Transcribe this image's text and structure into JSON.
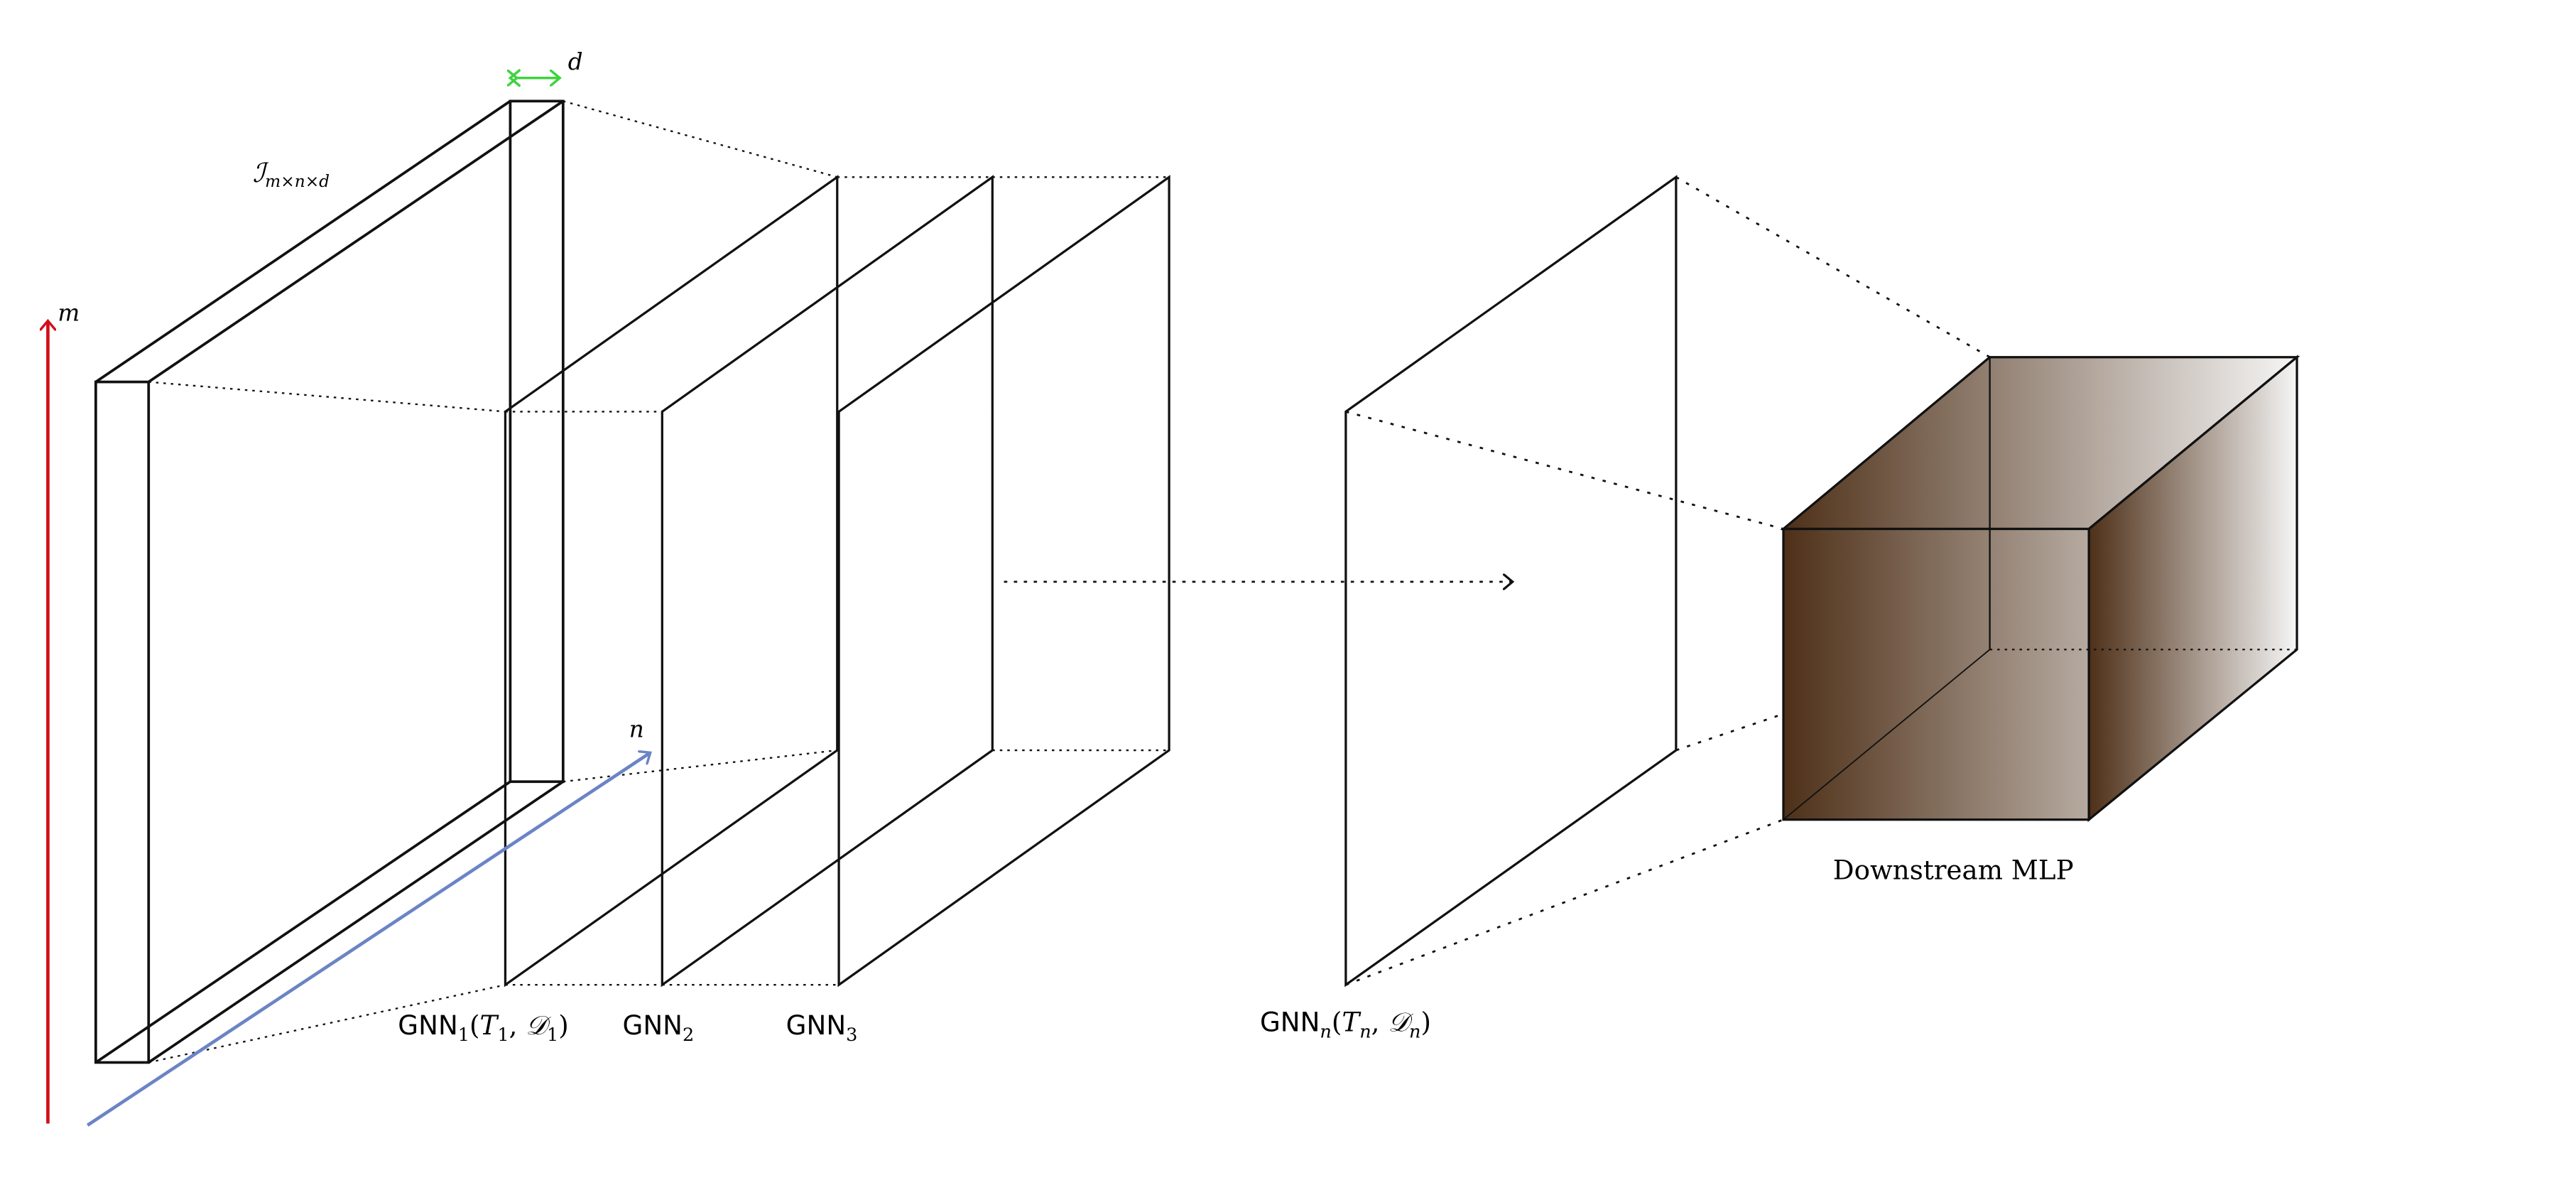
{
  "figure": {
    "axes": {
      "m_label": "m",
      "n_label": "n",
      "d_label": "d",
      "m_color": "#d0101a",
      "n_color": "#6b84c6",
      "d_color": "#3ed33e"
    },
    "input_tensor": {
      "label_main": "ℐ",
      "label_sub": "m×n×d"
    },
    "layers": [
      {
        "name": "GNN",
        "sub": "1",
        "args_open": "(",
        "arg1": "T",
        "arg1_sub": "1",
        "sep": ", ",
        "arg2": "𝒟",
        "arg2_sub": "1",
        "args_close": ")"
      },
      {
        "name": "GNN",
        "sub": "2"
      },
      {
        "name": "GNN",
        "sub": "3"
      },
      {
        "name": "GNN",
        "sub": "n",
        "args_open": "(",
        "arg1": "T",
        "arg1_sub": "n",
        "sep": ", ",
        "arg2": "𝒟",
        "arg2_sub": "n",
        "args_close": ")"
      }
    ],
    "mlp": {
      "label": "Downstream MLP",
      "color_dark": "#4e3018",
      "color_light": "#f6f6f6"
    }
  }
}
